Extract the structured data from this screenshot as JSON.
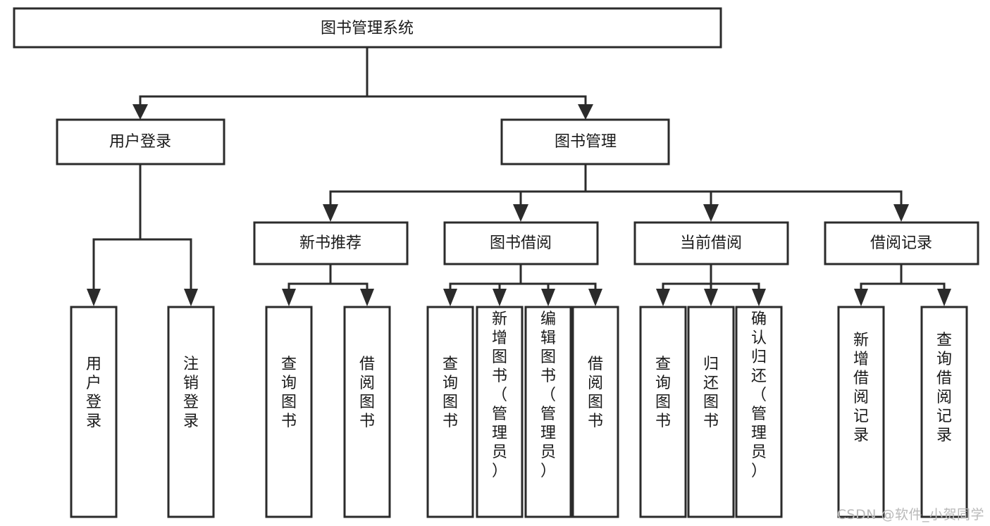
{
  "diagram": {
    "title": "图书管理系统",
    "watermark": "CSDN @软件_小贺同学",
    "colors": {
      "stroke": "#2b2b2b",
      "fill": "#ffffff",
      "text": "#1a1a1a",
      "watermark": "#b9b9b9"
    },
    "root": {
      "label": "图书管理系统",
      "id": "book-management-system"
    },
    "level1": [
      {
        "id": "user-login",
        "label": "用户登录"
      },
      {
        "id": "book-management",
        "label": "图书管理"
      }
    ],
    "level2": [
      {
        "id": "new-book-recommend",
        "label": "新书推荐",
        "parent": "book-management"
      },
      {
        "id": "book-borrow",
        "label": "图书借阅",
        "parent": "book-management"
      },
      {
        "id": "current-borrow",
        "label": "当前借阅",
        "parent": "book-management"
      },
      {
        "id": "borrow-record",
        "label": "借阅记录",
        "parent": "book-management"
      }
    ],
    "leaves": {
      "user-login": [
        {
          "id": "leaf-user-login",
          "label": "用户登录"
        },
        {
          "id": "leaf-logout-login",
          "label": "注销登录"
        }
      ],
      "new-book-recommend": [
        {
          "id": "leaf-query-book-1",
          "label": "查询图书"
        },
        {
          "id": "leaf-borrow-book-1",
          "label": "借阅图书"
        }
      ],
      "book-borrow": [
        {
          "id": "leaf-query-book-2",
          "label": "查询图书"
        },
        {
          "id": "leaf-add-book",
          "label": "新增图书（管理员）"
        },
        {
          "id": "leaf-edit-book",
          "label": "编辑图书（管理员）"
        },
        {
          "id": "leaf-borrow-book-2",
          "label": "借阅图书"
        }
      ],
      "current-borrow": [
        {
          "id": "leaf-query-book-3",
          "label": "查询图书"
        },
        {
          "id": "leaf-return-book",
          "label": "归还图书"
        },
        {
          "id": "leaf-confirm-return",
          "label": "确认归还（管理员）"
        }
      ],
      "borrow-record": [
        {
          "id": "leaf-add-record",
          "label": "新增借阅记录"
        },
        {
          "id": "leaf-query-record",
          "label": "查询借阅记录"
        }
      ]
    }
  }
}
